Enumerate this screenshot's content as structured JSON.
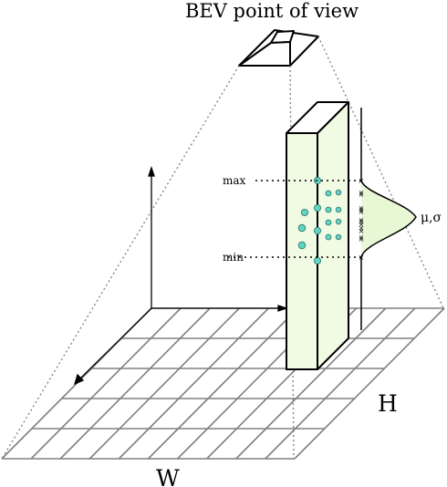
{
  "title": "BEV point of view",
  "labels": {
    "max": "max",
    "min": "min",
    "stats": "μ,σ",
    "height": "H",
    "width": "W"
  },
  "colors": {
    "pillar_fill": "#f1fbe3",
    "gaussian_fill": "#e8f7d4",
    "point_fill": "#5ed6c4",
    "grid": "#808080",
    "outline": "#000000"
  },
  "grid": {
    "rows": 5,
    "cols": 10
  }
}
